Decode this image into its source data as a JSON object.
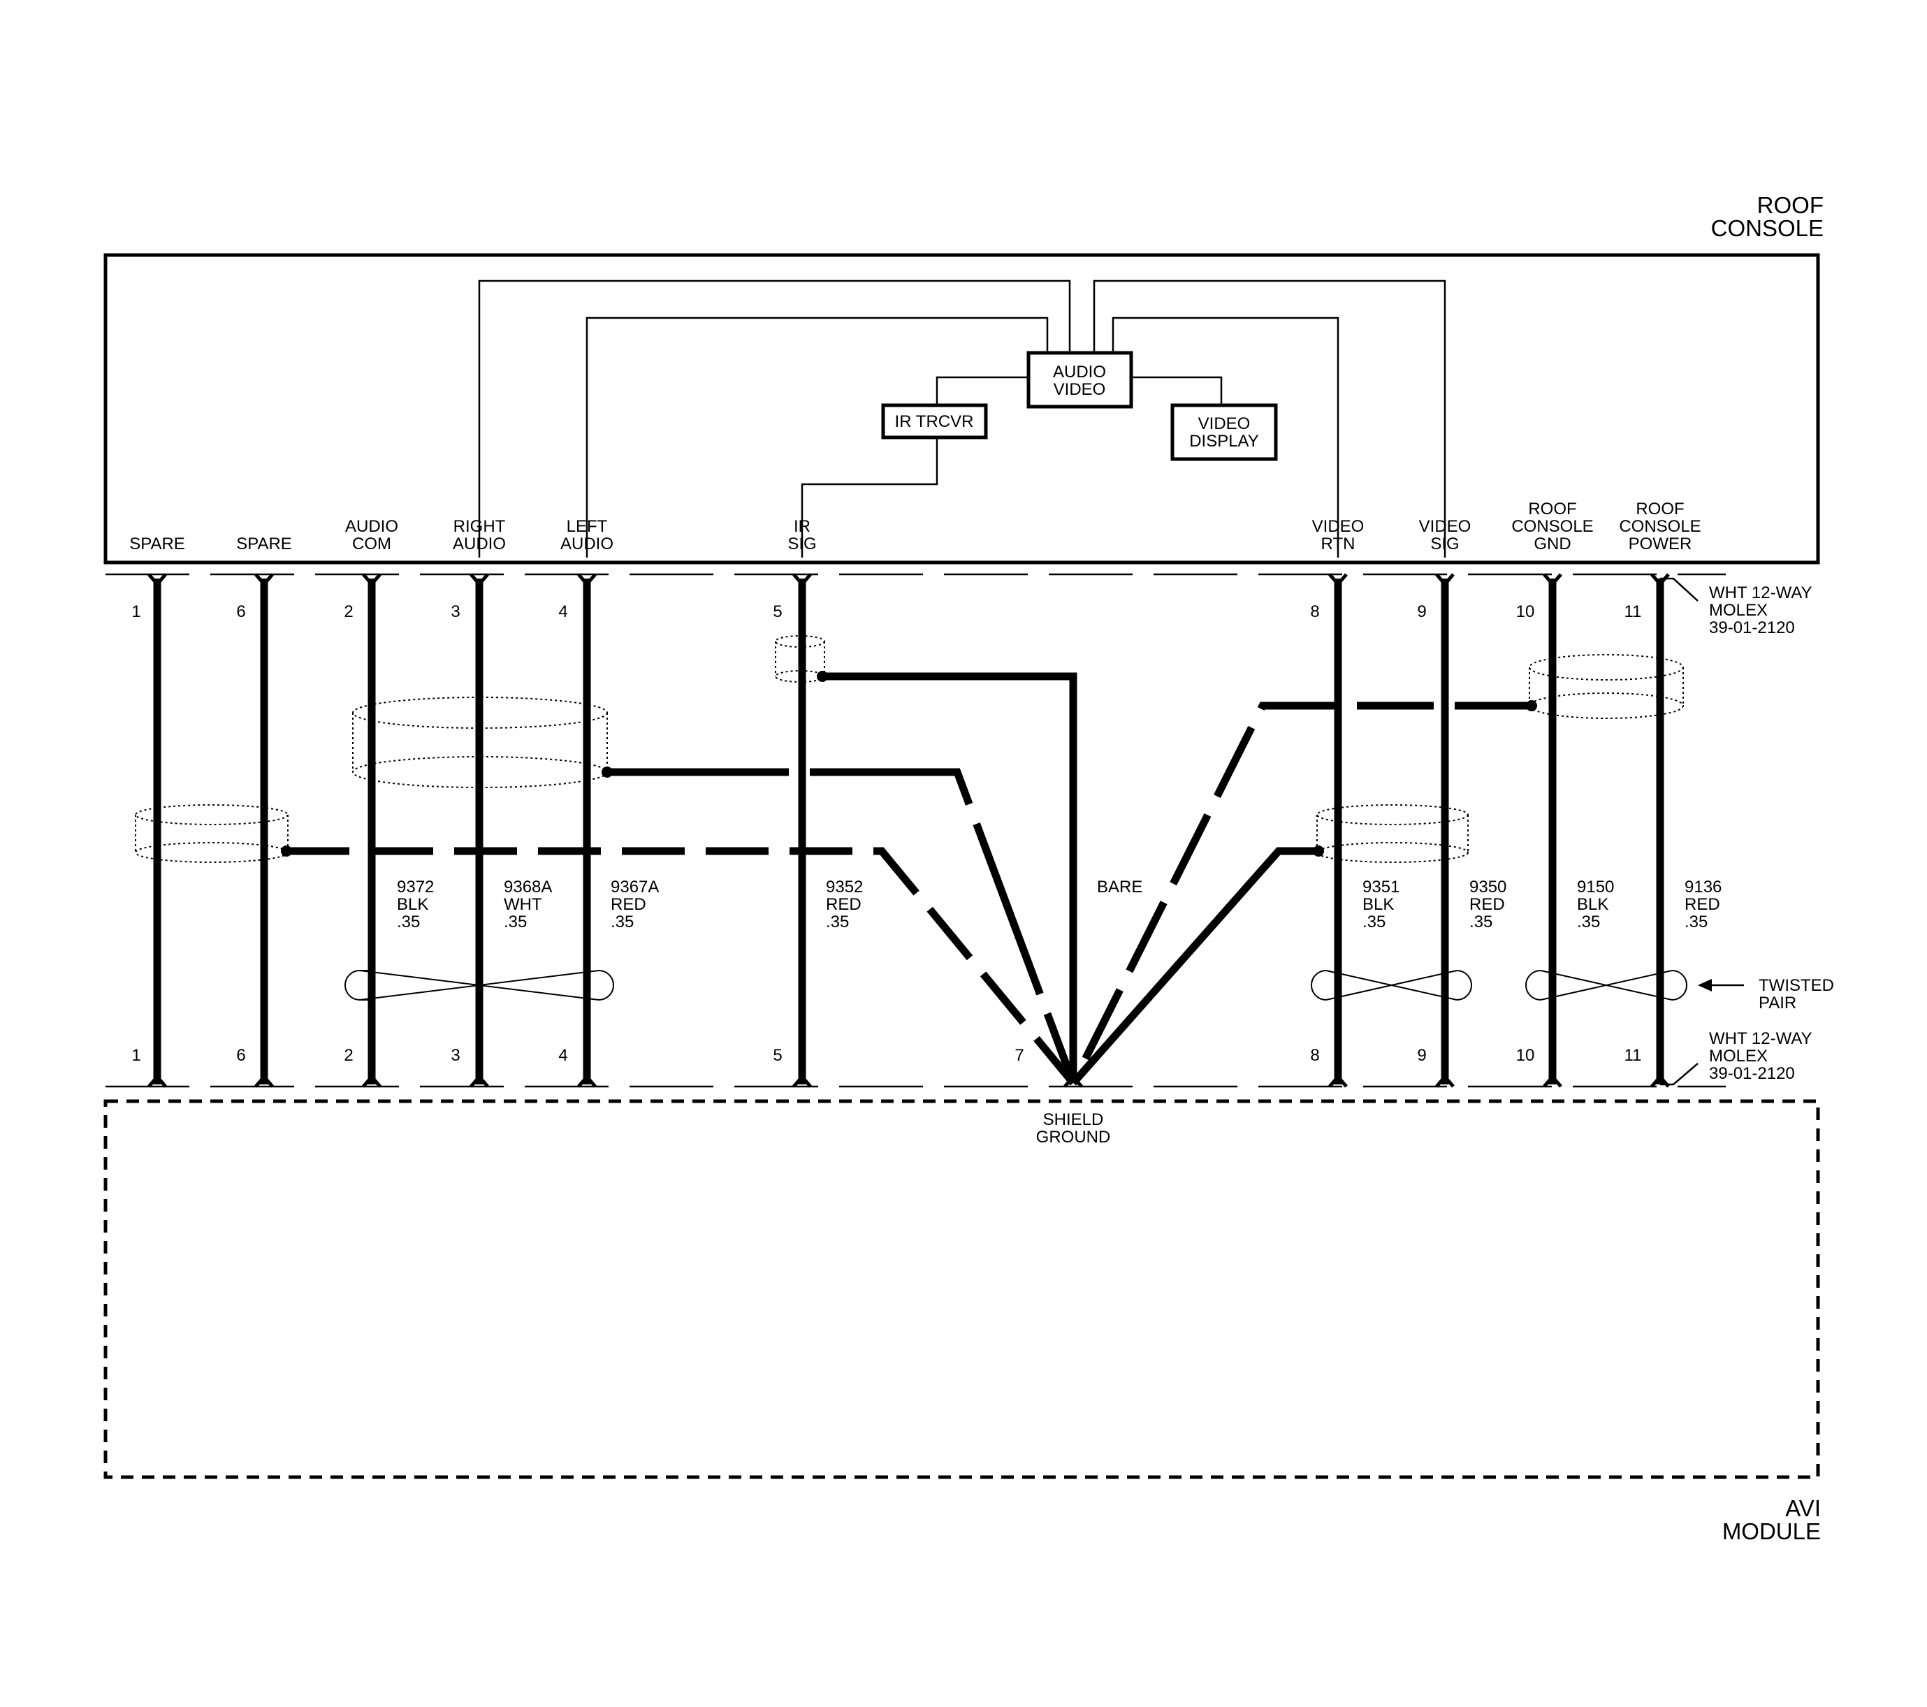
{
  "modules": {
    "roof_console": {
      "line1": "ROOF",
      "line2": "CONSOLE"
    },
    "avi_module": {
      "line1": "AVI",
      "line2": "MODULE"
    }
  },
  "components": {
    "audio_video": {
      "line1": "AUDIO",
      "line2": "VIDEO"
    },
    "ir_trcvr": {
      "line1": "IR TRCVR"
    },
    "video_display": {
      "line1": "VIDEO",
      "line2": "DISPLAY"
    }
  },
  "connectors": {
    "top": {
      "line1": "WHT 12-WAY",
      "line2": "MOLEX",
      "line3": "39-01-2120"
    },
    "bottom": {
      "line1": "WHT 12-WAY",
      "line2": "MOLEX",
      "line3": "39-01-2120"
    }
  },
  "pins": [
    {
      "top_pin": "1",
      "bottom_pin": "1",
      "name1": "",
      "name2": "",
      "name3": "SPARE",
      "wire1": "",
      "wire2": "",
      "wire3": ""
    },
    {
      "top_pin": "6",
      "bottom_pin": "6",
      "name1": "",
      "name2": "",
      "name3": "SPARE",
      "wire1": "",
      "wire2": "",
      "wire3": ""
    },
    {
      "top_pin": "2",
      "bottom_pin": "2",
      "name1": "",
      "name2": "AUDIO",
      "name3": "COM",
      "wire1": "9372",
      "wire2": "BLK",
      "wire3": ".35"
    },
    {
      "top_pin": "3",
      "bottom_pin": "3",
      "name1": "",
      "name2": "RIGHT",
      "name3": "AUDIO",
      "wire1": "9368A",
      "wire2": "WHT",
      "wire3": ".35"
    },
    {
      "top_pin": "4",
      "bottom_pin": "4",
      "name1": "",
      "name2": "LEFT",
      "name3": "AUDIO",
      "wire1": "9367A",
      "wire2": "RED",
      "wire3": ".35"
    },
    {
      "top_pin": "5",
      "bottom_pin": "5",
      "name1": "",
      "name2": "IR",
      "name3": "SIG",
      "wire1": "9352",
      "wire2": "RED",
      "wire3": ".35"
    },
    {
      "top_pin": "8",
      "bottom_pin": "8",
      "name1": "",
      "name2": "VIDEO",
      "name3": "RTN",
      "wire1": "9351",
      "wire2": "BLK",
      "wire3": ".35"
    },
    {
      "top_pin": "9",
      "bottom_pin": "9",
      "name1": "",
      "name2": "VIDEO",
      "name3": "SIG",
      "wire1": "9350",
      "wire2": "RED",
      "wire3": ".35"
    },
    {
      "top_pin": "10",
      "bottom_pin": "10",
      "name1": "ROOF",
      "name2": "CONSOLE",
      "name3": "GND",
      "wire1": "9150",
      "wire2": "BLK",
      "wire3": ".35"
    },
    {
      "top_pin": "11",
      "bottom_pin": "11",
      "name1": "ROOF",
      "name2": "CONSOLE",
      "name3": "POWER",
      "wire1": "9136",
      "wire2": "RED",
      "wire3": ".35"
    }
  ],
  "shield": {
    "pin": "7",
    "bare_label": "BARE",
    "ground_line1": "SHIELD",
    "ground_line2": "GROUND"
  },
  "twisted_pair": {
    "line1": "TWISTED",
    "line2": "PAIR"
  }
}
